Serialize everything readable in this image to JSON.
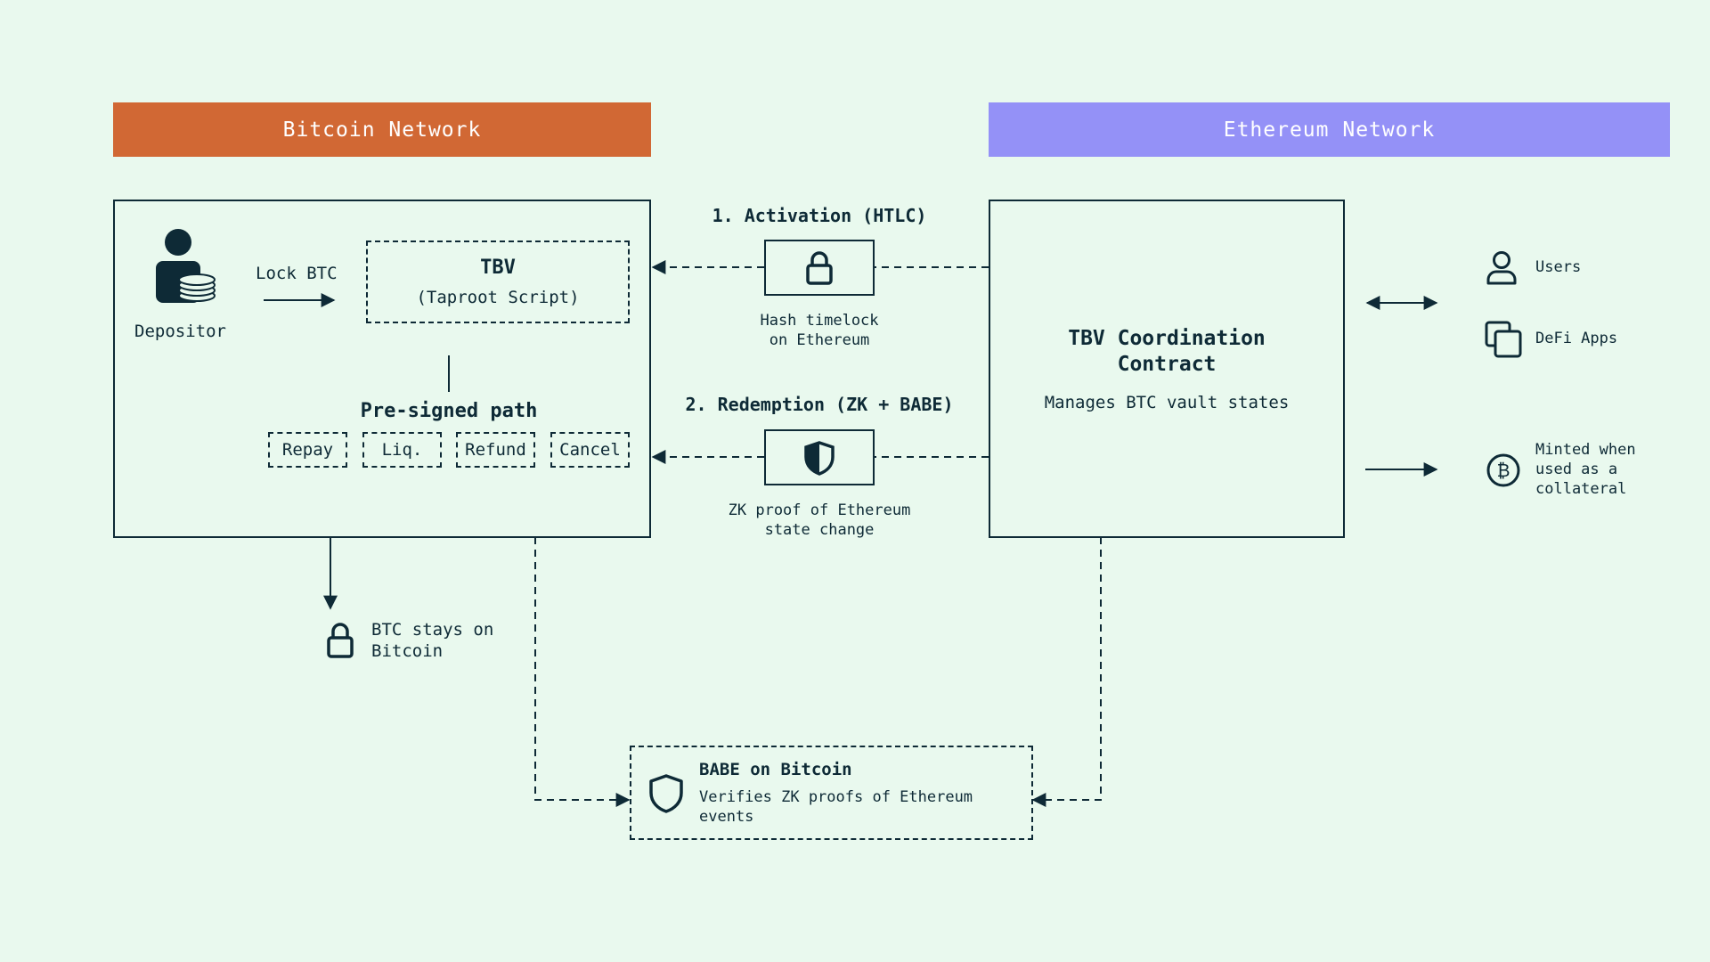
{
  "colors": {
    "background": "#e9f9ee",
    "bitcoin": "#d16834",
    "ethereum": "#9491f7",
    "ink": "#0e2a36"
  },
  "bitcoin_header": "Bitcoin Network",
  "ethereum_header": "Ethereum Network",
  "depositor": {
    "label": "Depositor",
    "icon": "person-with-coins-icon"
  },
  "lock_btc_label": "Lock BTC",
  "tbv": {
    "title": "TBV",
    "subtitle": "(Taproot Script)"
  },
  "presigned": {
    "title": "Pre-signed path",
    "paths": [
      "Repay",
      "Liq.",
      "Refund",
      "Cancel"
    ]
  },
  "activation": {
    "title": "1. Activation (HTLC)",
    "icon": "lock-icon",
    "caption_line1": "Hash timelock",
    "caption_line2": "on Ethereum"
  },
  "redemption": {
    "title": "2. Redemption (ZK + BABE)",
    "icon": "shield-icon",
    "caption_line1": "ZK proof of Ethereum",
    "caption_line2": "state change"
  },
  "contract": {
    "title_line1": "TBV Coordination",
    "title_line2": "Contract",
    "subtitle": "Manages BTC vault states"
  },
  "users_label": "Users",
  "defi_label": "DeFi Apps",
  "minted": {
    "line1": "Minted when",
    "line2": "used as a",
    "line3": "collateral"
  },
  "btc_stays": {
    "line1": "BTC stays on",
    "line2": "Bitcoin"
  },
  "babe": {
    "title": "BABE on Bitcoin",
    "line1": "Verifies ZK proofs of Ethereum",
    "line2": "events"
  }
}
